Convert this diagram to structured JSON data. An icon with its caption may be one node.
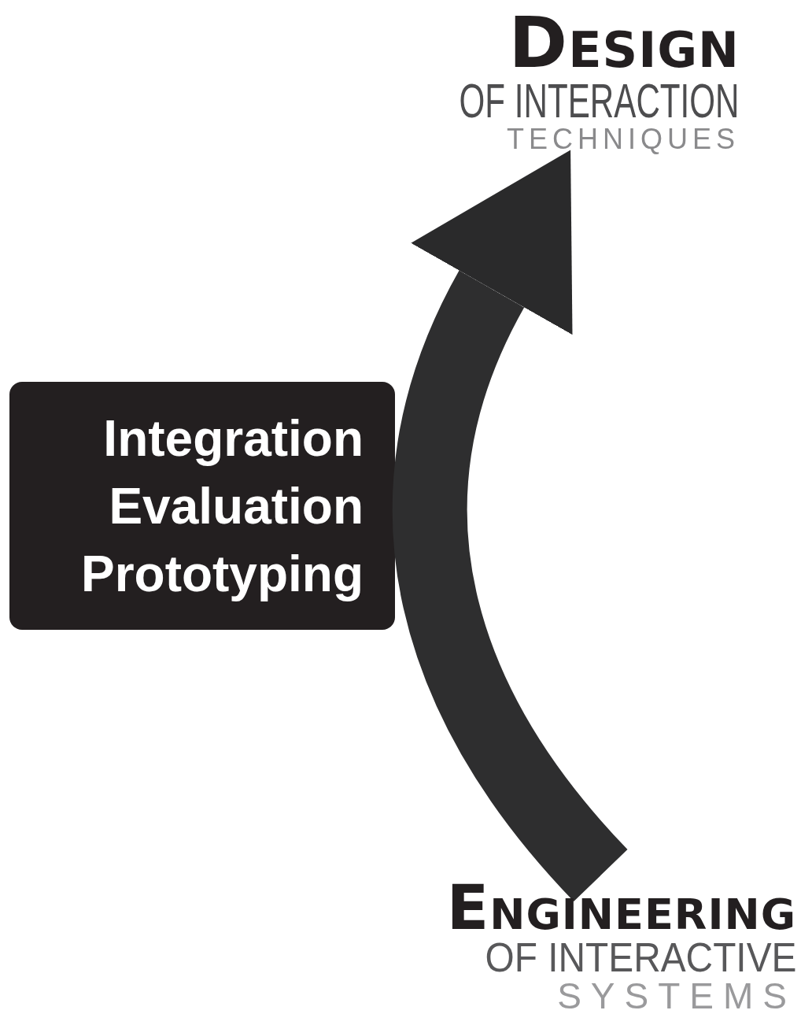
{
  "diagram": {
    "nodes": [
      {
        "text": [
          "DESIGN",
          "OF INTERACTION",
          "TECHNIQUES"
        ]
      },
      {
        "text": [
          "Integration",
          "Evaluation",
          "Prototyping"
        ]
      },
      {
        "text": [
          "ENGINEERING",
          "OF INTERACTIVE",
          "SYSTEMS"
        ]
      }
    ],
    "edges": [
      {
        "from": 2,
        "to": 0,
        "arrow": "to"
      }
    ]
  }
}
